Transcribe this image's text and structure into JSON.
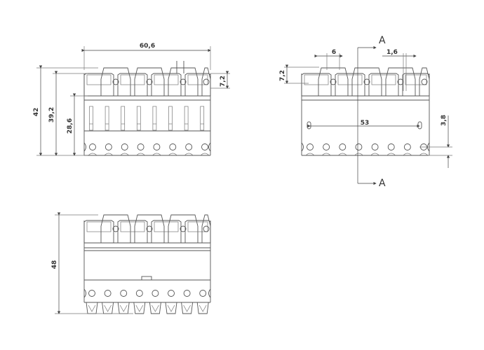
{
  "drawing": {
    "front_view": {
      "dim_width": "60,6",
      "dim_height_total": "42",
      "dim_height_body": "39,2",
      "dim_height_lower": "28,6",
      "dim_tab": "7,2"
    },
    "top_view": {
      "dim_pitch": "6",
      "dim_slot": "1,6",
      "dim_tab": "7,2",
      "dim_mount_spacing": "53",
      "dim_offset": "3,8",
      "section_label_top": "A",
      "section_label_bottom": "A"
    },
    "side_view": {
      "dim_height": "48"
    },
    "colors": {
      "line": "#555555",
      "text": "#333333"
    }
  }
}
